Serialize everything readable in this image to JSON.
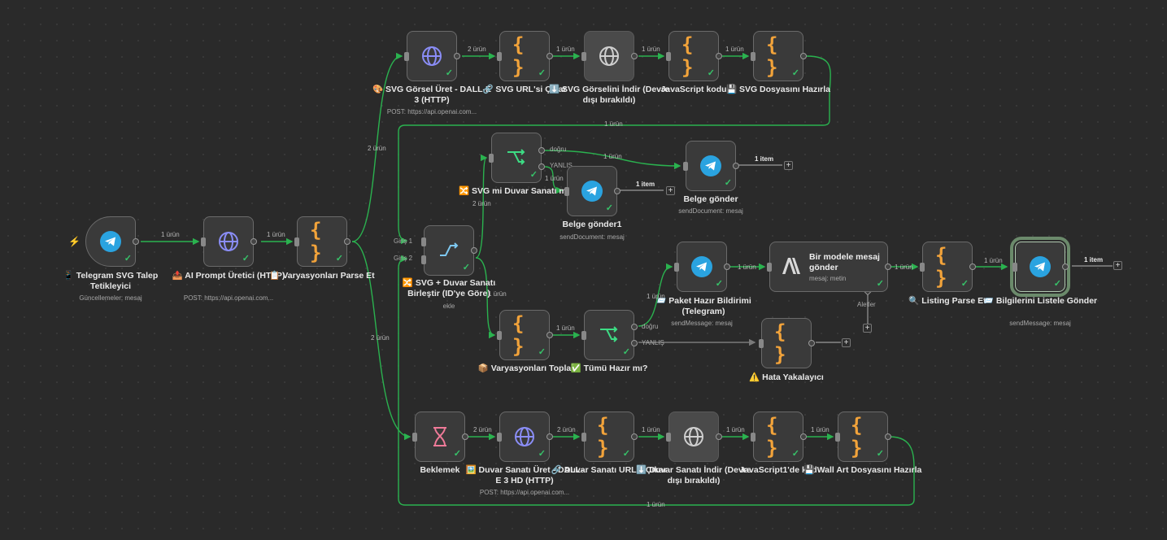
{
  "colors": {
    "connection": "#2ab24f",
    "disabled_connection": "#7a7a7a",
    "success": "#37c46a",
    "telegram": "#2aa3e0",
    "code_brace": "#f2a33a",
    "http_globe": "#8a8df6",
    "switch": "#3ddc84",
    "merge": "#7ec8f0",
    "wait": "#ef7a98"
  },
  "nodes": {
    "telegram_trigger": {
      "label": "📱 Telegram SVG Talep Tetikleyici",
      "sub": "Güncellemeler: mesaj",
      "icon": "telegram-icon",
      "trigger_icon": "lightning-icon"
    },
    "ai_prompt": {
      "label": "📤 AI Prompt Üretici (HTTP)",
      "sub": "POST: https://api.openai.com...",
      "icon": "globe-icon"
    },
    "varyasyon_parse": {
      "label": "📋 Varyasyonları Parse Et",
      "icon": "code-braces-icon"
    },
    "svg_gorsel_uret": {
      "label": "🎨 SVG Görsel Üret - DALL-E 3 (HTTP)",
      "sub": "POST: https://api.openai.com...",
      "icon": "globe-icon"
    },
    "svg_url_cikar": {
      "label": "🔗 SVG URL'si Çıkar",
      "icon": "code-braces-icon"
    },
    "svg_gorsel_indir": {
      "label": "⬇️ SVG Görselini İndir (Devre dışı bırakıldı)",
      "icon": "globe-icon"
    },
    "javascript_kodu": {
      "label": "JavaScript kodu",
      "icon": "code-braces-icon"
    },
    "svg_dosya_hazirla": {
      "label": "💾 SVG Dosyasını Hazırla",
      "icon": "code-braces-icon"
    },
    "svg_mi_duvar": {
      "label": "🔀 SVG mi Duvar Sanatı mı?",
      "icon": "switch-icon",
      "out_true": "doğru",
      "out_false": "YANLIŞ"
    },
    "belge_gonder1": {
      "label": "Belge gönder1",
      "sub": "sendDocument: mesaj",
      "icon": "telegram-icon"
    },
    "belge_gonder": {
      "label": "Belge gönder",
      "sub": "sendDocument: mesaj",
      "icon": "telegram-icon"
    },
    "merge": {
      "label": "🔀 SVG + Duvar Sanatı Birleştir (ID'ye Göre)",
      "sub": "ekle",
      "icon": "merge-icon",
      "in1": "Giriş 1",
      "in2": "Giriş 2"
    },
    "varyasyon_topla": {
      "label": "📦 Varyasyonları Topla",
      "icon": "code-braces-icon"
    },
    "tumu_hazir": {
      "label": "✅ Tümü Hazır mı?",
      "icon": "switch-icon",
      "out_true": "doğru",
      "out_false": "YANLIŞ"
    },
    "paket_hazir": {
      "label": "📨 Paket Hazır Bildirimi (Telegram)",
      "sub": "sendMessage: mesaj",
      "icon": "telegram-icon"
    },
    "hata_yakalayici": {
      "label": "⚠️ Hata Yakalayıcı",
      "icon": "code-braces-icon"
    },
    "bir_modele": {
      "label": "Bir modele mesaj gönder",
      "sub": "mesaj: metin",
      "icon": "anthropic-icon",
      "tools": "Aletler"
    },
    "listing_parse": {
      "label": "🔍 Listing Parse Et",
      "icon": "code-braces-icon"
    },
    "bilgileri_listele": {
      "label": "📨 Bilgilerini Listele Gönder",
      "sub": "sendMessage: mesaj",
      "icon": "telegram-icon"
    },
    "beklemek": {
      "label": "Beklemek",
      "icon": "hourglass-icon"
    },
    "duvar_sanati_uret": {
      "label": "🖼️ Duvar Sanatı Üret - DALL-E 3 HD (HTTP)",
      "sub": "POST: https://api.openai.com...",
      "icon": "globe-icon"
    },
    "duvar_url": {
      "label": "🔗 Duvar Sanatı URL's Çıkar",
      "icon": "code-braces-icon"
    },
    "duvar_indir": {
      "label": "⬇️ Duvar Sanatı İndir (Devre dışı bırakıldı)",
      "icon": "globe-icon"
    },
    "javascript1": {
      "label": "JavaScript1'de kod",
      "icon": "code-braces-icon"
    },
    "wall_art": {
      "label": "💾 Wall Art Dosyasını Hazırla",
      "icon": "code-braces-icon"
    }
  },
  "counts": {
    "c_trigger_ai": "1 ürün",
    "c_ai_parse": "1 ürün",
    "c_parse_top": "2 ürün",
    "c_parse_bottom": "2 ürün",
    "c_top_1": "2 ürün",
    "c_top_2": "1 ürün",
    "c_top_3": "1 ürün",
    "c_top_4": "1 ürün",
    "c_loop_top": "1 ürün",
    "c_switch_true": "1 ürün",
    "c_switch_false": "1 ürün",
    "c_belge_item": "1 item",
    "c_belge1_item": "1 item",
    "c_merge_switch": "2 ürün",
    "c_merge_topla": "1 ürün",
    "c_topla_hazir": "1 ürün",
    "c_hazir_paket": "1 ürün",
    "c_paket_model": "1 ürün",
    "c_model_listing": "1 ürün",
    "c_listing_bilgi": "1 ürün",
    "c_bilgi_item": "1 item",
    "c_bot_1": "2 ürün",
    "c_bot_2": "2 ürün",
    "c_bot_3": "1 ürün",
    "c_bot_4": "1 ürün",
    "c_bot_5": "1 ürün",
    "c_loop_bottom": "1 ürün"
  },
  "plus": "+"
}
